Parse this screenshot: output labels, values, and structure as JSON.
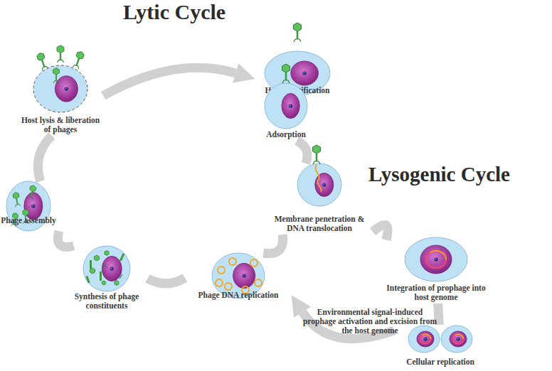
{
  "diagram": {
    "title": "Lytic Cycle",
    "nodes": [
      {
        "text": [
          "Host identification"
        ]
      },
      {
        "text": [
          "Adsorption"
        ]
      },
      {
        "text": [
          "Membrane penetration & DNA translocation"
        ]
      },
      {
        "text": [
          "Phage DNA replication"
        ]
      },
      {
        "text": [
          "Synthesis of phage constituents"
        ]
      },
      {
        "text": [
          "Phage assembly"
        ]
      },
      {
        "text": [
          "Host lysis & liberation of phages"
        ]
      },
      {
        "text": [
          "Integration of prophage into host genome"
        ]
      },
      {
        "text": [
          "Cellular replication"
        ]
      }
    ],
    "edges": [
      {
        "from": 0,
        "to": 1,
        "arrow": "none"
      },
      {
        "from": 1,
        "to": 2,
        "arrow": "none"
      },
      {
        "from": 2,
        "to": 3,
        "arrow": "none"
      },
      {
        "from": 3,
        "to": 4,
        "arrow": "none"
      },
      {
        "from": 4,
        "to": 5,
        "arrow": "none"
      },
      {
        "from": 5,
        "to": 6,
        "arrow": "none"
      },
      {
        "from": 6,
        "to": 0,
        "arrow": "to"
      },
      {
        "from": 2,
        "to": 7,
        "arrow": "none"
      },
      {
        "from": 7,
        "to": 8,
        "arrow": "none"
      },
      {
        "from": 8,
        "to": 3,
        "label": "Environmental signal-induced prophage activation and excision from the host genome",
        "arrow": "to"
      }
    ],
    "labels": [
      "Lysogenic Cycle"
    ]
  }
}
